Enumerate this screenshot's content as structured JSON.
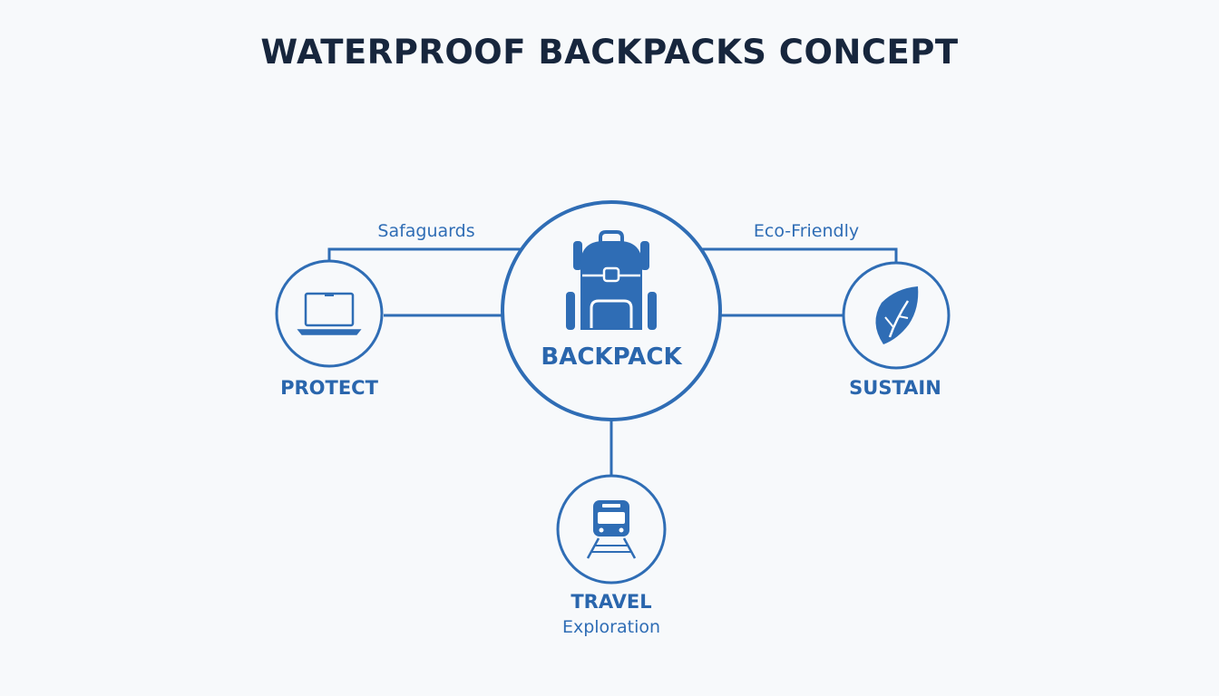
{
  "title": "WATERPROOF BACKPACKS CONCEPT",
  "center": {
    "label": "BACKPACK",
    "icon": "backpack-icon"
  },
  "nodes": {
    "protect": {
      "label": "PROTECT",
      "icon": "laptop-icon",
      "edge_label": "Safaguards"
    },
    "sustain": {
      "label": "SUSTAIN",
      "icon": "leaf-icon",
      "edge_label": "Eco-Friendly"
    },
    "travel": {
      "label": "TRAVEL",
      "sublabel": "Exploration",
      "icon": "train-icon"
    }
  },
  "colors": {
    "accent": "#2f6db5",
    "title": "#17263d",
    "background": "#f7f9fb"
  }
}
